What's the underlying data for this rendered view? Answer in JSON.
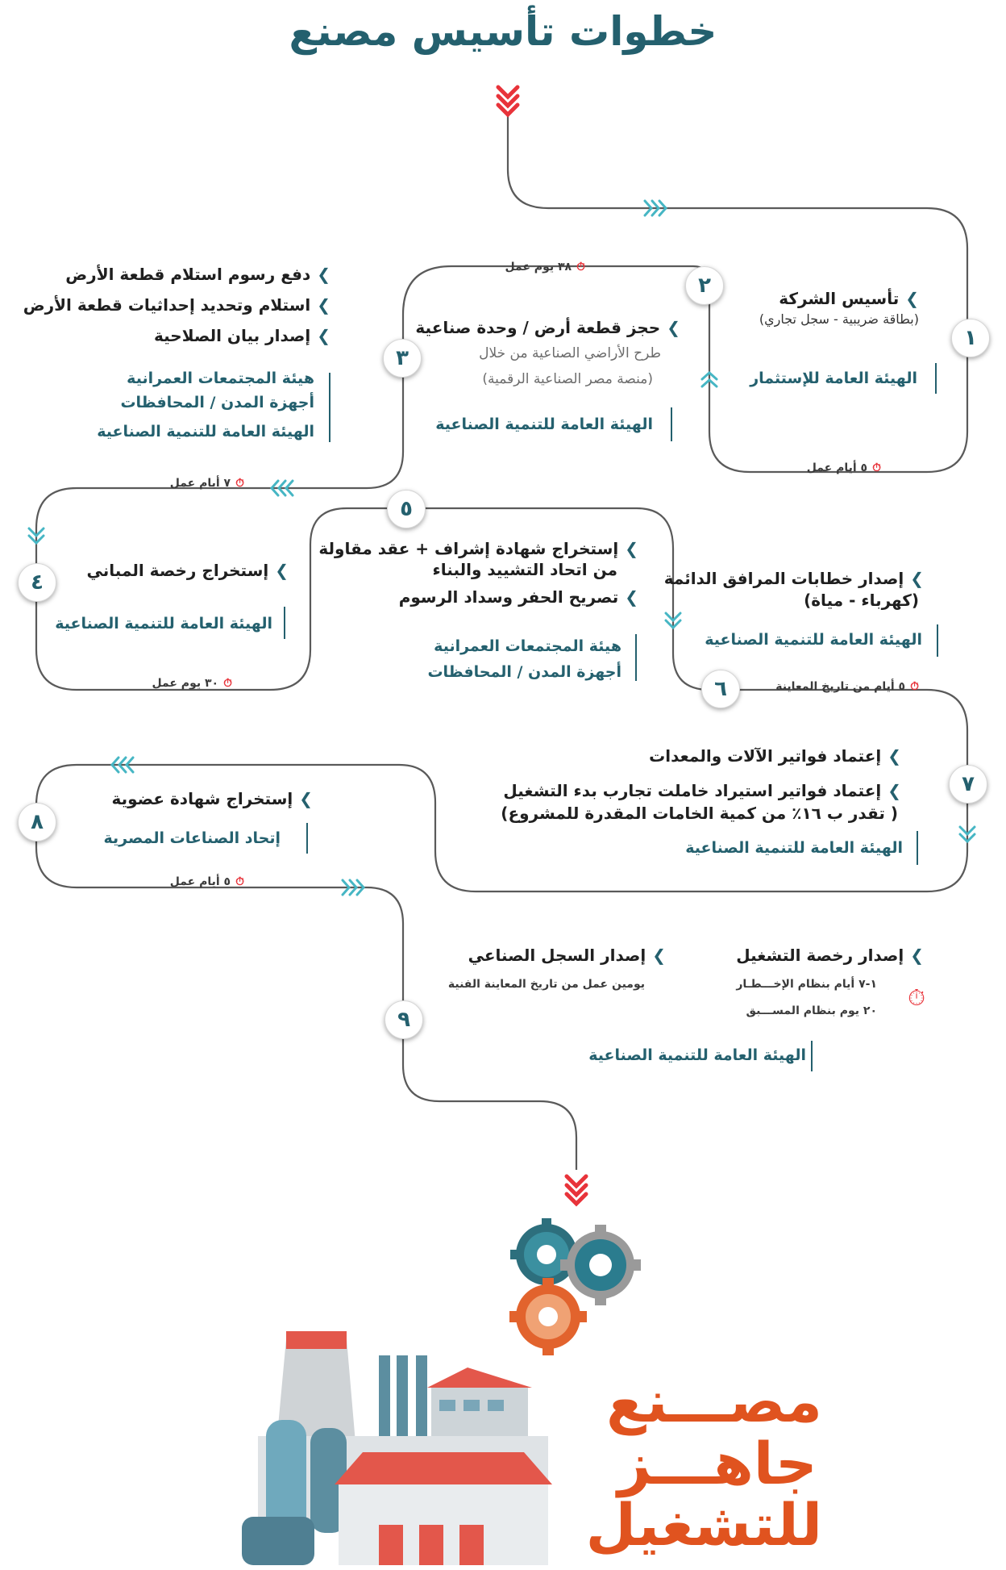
{
  "title": "خطوات تأسيس مصنع",
  "steps": [
    {
      "number": "١",
      "items": [
        "تأسيس الشركة"
      ],
      "sub": "(بطاقة ضريبية - سجل تجاري)",
      "authority": [
        "الهيئة العامة للإستثمار"
      ],
      "duration": "٥ أيام عمل"
    },
    {
      "number": "٢",
      "items": [
        "حجز قطعة أرض / وحدة صناعية"
      ],
      "sub": "طرح الأراضي الصناعية من خلال",
      "sub2": "(منصة مصر الصناعية الرقمية)",
      "authority": [
        "الهيئة العامة للتنمية الصناعية"
      ],
      "duration": "٣٨ يوم عمل"
    },
    {
      "number": "٣",
      "items": [
        "دفع رسوم استلام قطعة الأرض",
        "استلام وتحديد إحداثيات قطعة الأرض",
        "إصدار بيان الصلاحية"
      ],
      "authority": [
        "هيئة المجتمعات العمرانية",
        "أجهزة المدن / المحافظات",
        "الهيئة العامة للتنمية الصناعية"
      ],
      "duration": "٧ أيام عمل"
    },
    {
      "number": "٤",
      "items": [
        "إستخراج رخصة المباني"
      ],
      "authority": [
        "الهيئة العامة للتنمية الصناعية"
      ],
      "duration": "٣٠ يوم عمل"
    },
    {
      "number": "٥",
      "items": [
        "إستخراج شهادة إشراف + عقد مقاولة",
        "تصريح الحفر وسداد الرسوم"
      ],
      "item1_line2": "من اتحاد التشييد والبناء",
      "authority": [
        "هيئة المجتمعات العمرانية",
        "أجهزة المدن / المحافظات"
      ]
    },
    {
      "number": "٦",
      "items": [
        "إصدار خطابات المرافق الدائمة"
      ],
      "sub": "(كهرباء - مياة)",
      "authority": [
        "الهيئة العامة للتنمية الصناعية"
      ],
      "duration": "٥ أيام من تاريخ المعاينة"
    },
    {
      "number": "٧",
      "items": [
        "إعتماد فواتير الآلات والمعدات",
        "إعتماد فواتير استيراد خاملت تجارب بدء التشغيل"
      ],
      "sub": "( تقدر ب ١٦٪ من كمية الخامات المقدرة للمشروع)",
      "authority": [
        "الهيئة العامة للتنمية الصناعية"
      ]
    },
    {
      "number": "٨",
      "items": [
        "إستخراج شهادة  عضوية"
      ],
      "authority": [
        "إتحاد الصناعات المصرية"
      ],
      "duration": "٥ أيام عمل"
    },
    {
      "number": "٩",
      "items": [
        "إصدار رخصة التشغيل",
        "إصدار السجل الصناعي"
      ],
      "license_durations": [
        "١-٧ أيام بنظام الإخـــطـار",
        "٢٠  يوم بنظام المســـبق"
      ],
      "registry_note": "يومين عمل من تاريخ المعاينة الفنية",
      "authority": [
        "الهيئة العامة للتنمية الصناعية"
      ]
    }
  ],
  "final": {
    "line1": "مصـــنع",
    "line2": "جاهـــز",
    "line3": "للتشغيل"
  },
  "colors": {
    "teal": "#24606e",
    "red": "#e8333a",
    "orange": "#e0531f",
    "line": "#5a5a5a"
  }
}
